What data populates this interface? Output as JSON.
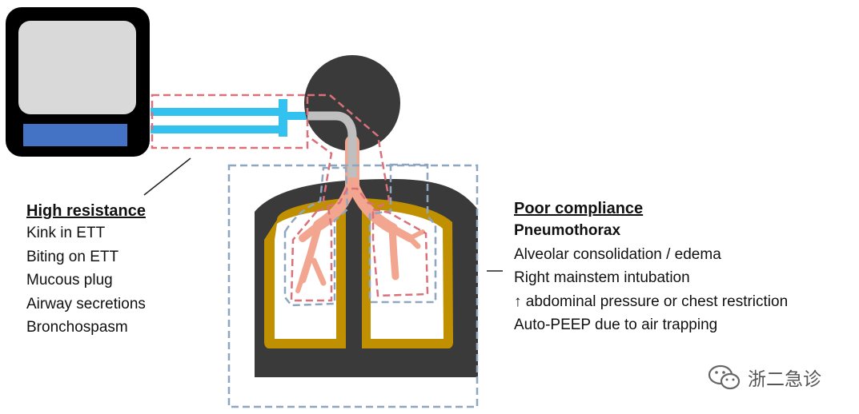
{
  "high_resistance": {
    "title": "High resistance",
    "items": [
      "Kink in ETT",
      "Biting on ETT",
      "Mucous plug",
      "Airway secretions",
      "Bronchospasm"
    ]
  },
  "poor_compliance": {
    "title": "Poor compliance",
    "items": [
      "Pneumothorax",
      "Alveolar consolidation / edema",
      "Right mainstem intubation",
      "↑ abdominal pressure or chest restriction",
      "Auto-PEEP due to air trapping"
    ]
  },
  "watermark": {
    "text": "浙二急诊",
    "icon": "wechat-icon"
  },
  "colors": {
    "ventilator_body": "#000000",
    "ventilator_screen": "#d9d9d9",
    "ventilator_panel": "#4472c4",
    "tubing": "#33c1f0",
    "head_torso": "#3a3a3a",
    "lung_border": "#c09000",
    "airway": "#f2a58f",
    "ett": "#bfbfbf",
    "resistance_outline": "#d9707a",
    "compliance_outline": "#8ea6bf"
  }
}
